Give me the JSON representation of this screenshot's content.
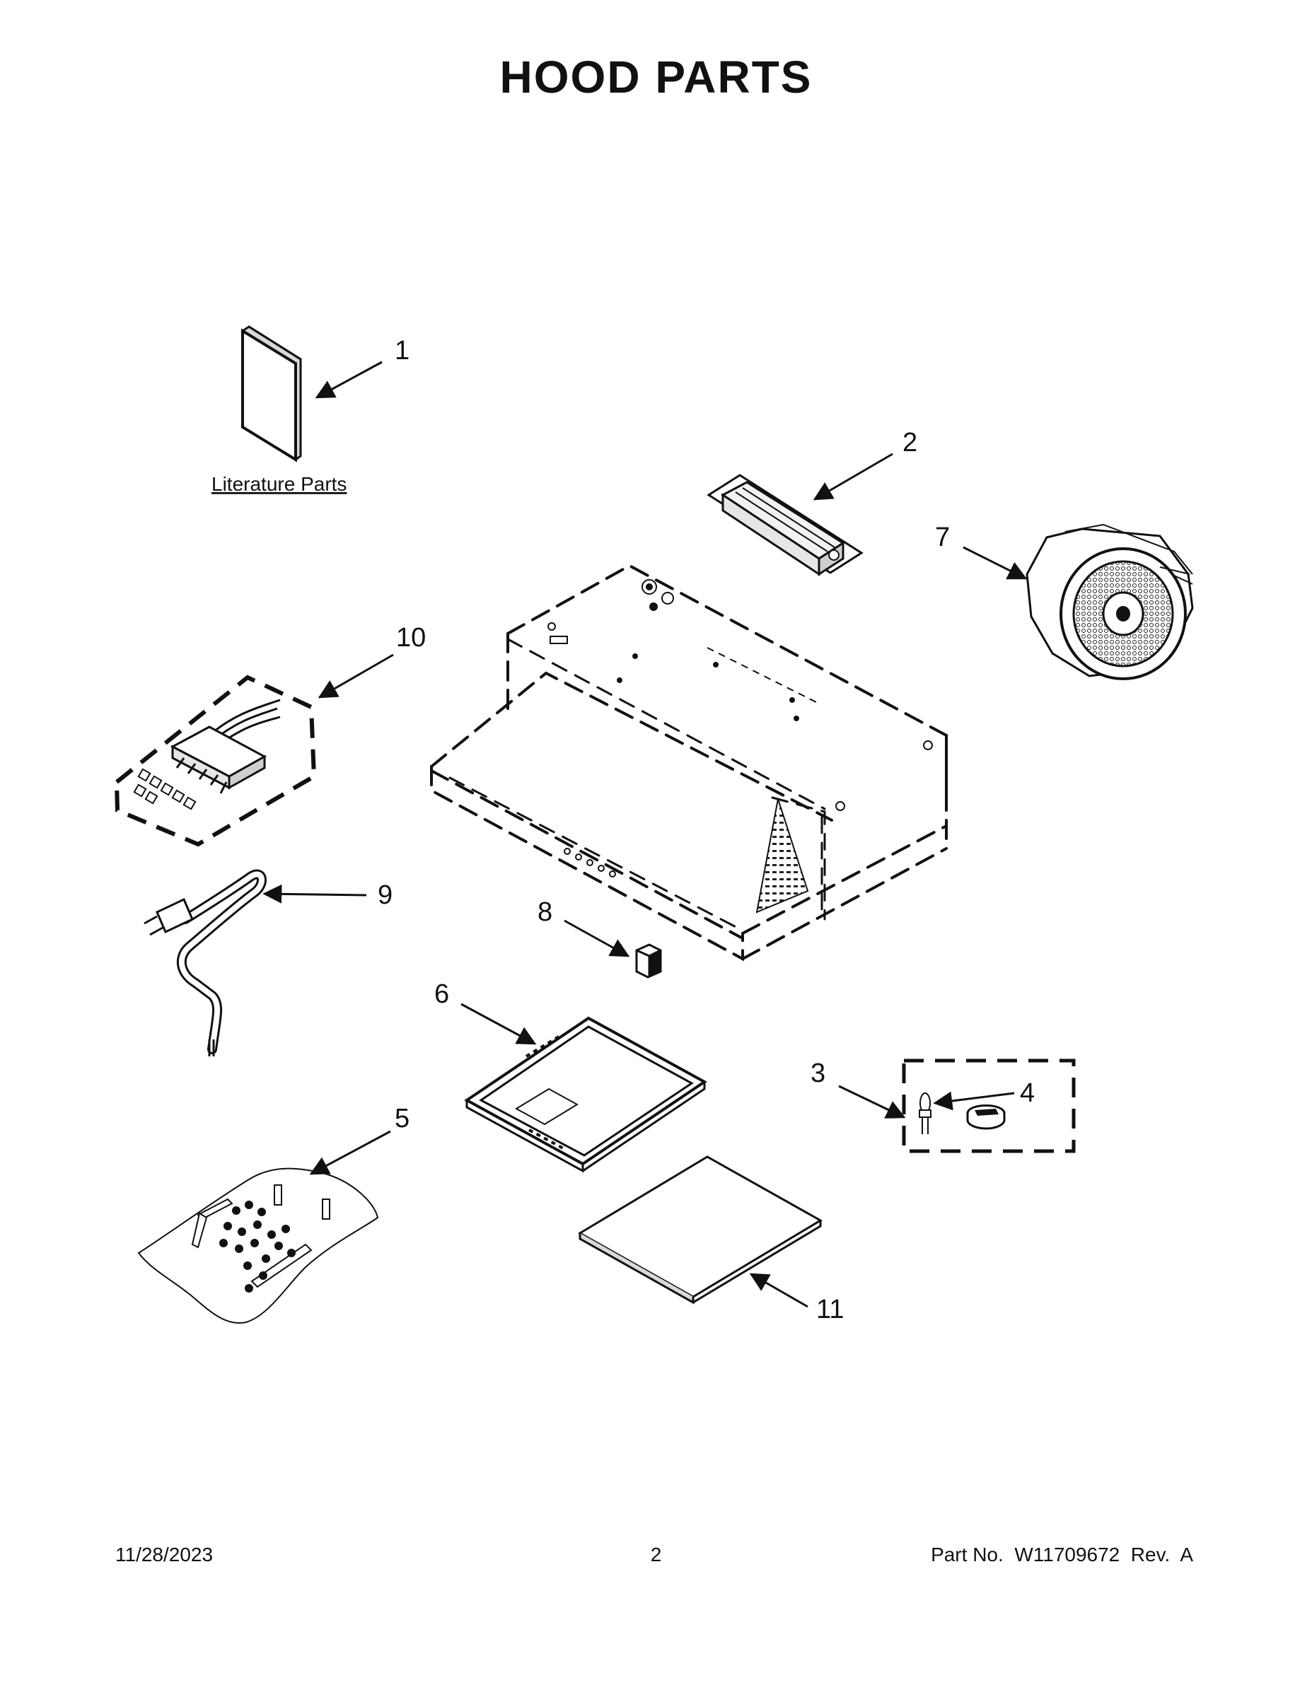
{
  "title": "HOOD PARTS",
  "literature_label": "Literature Parts",
  "callouts": {
    "c1": "1",
    "c2": "2",
    "c3": "3",
    "c4": "4",
    "c5": "5",
    "c6": "6",
    "c7": "7",
    "c8": "8",
    "c9": "9",
    "c10": "10",
    "c11": "11"
  },
  "footer": {
    "date": "11/28/2023",
    "page": "2",
    "part_number": "Part No.  W11709672  Rev.  A"
  }
}
